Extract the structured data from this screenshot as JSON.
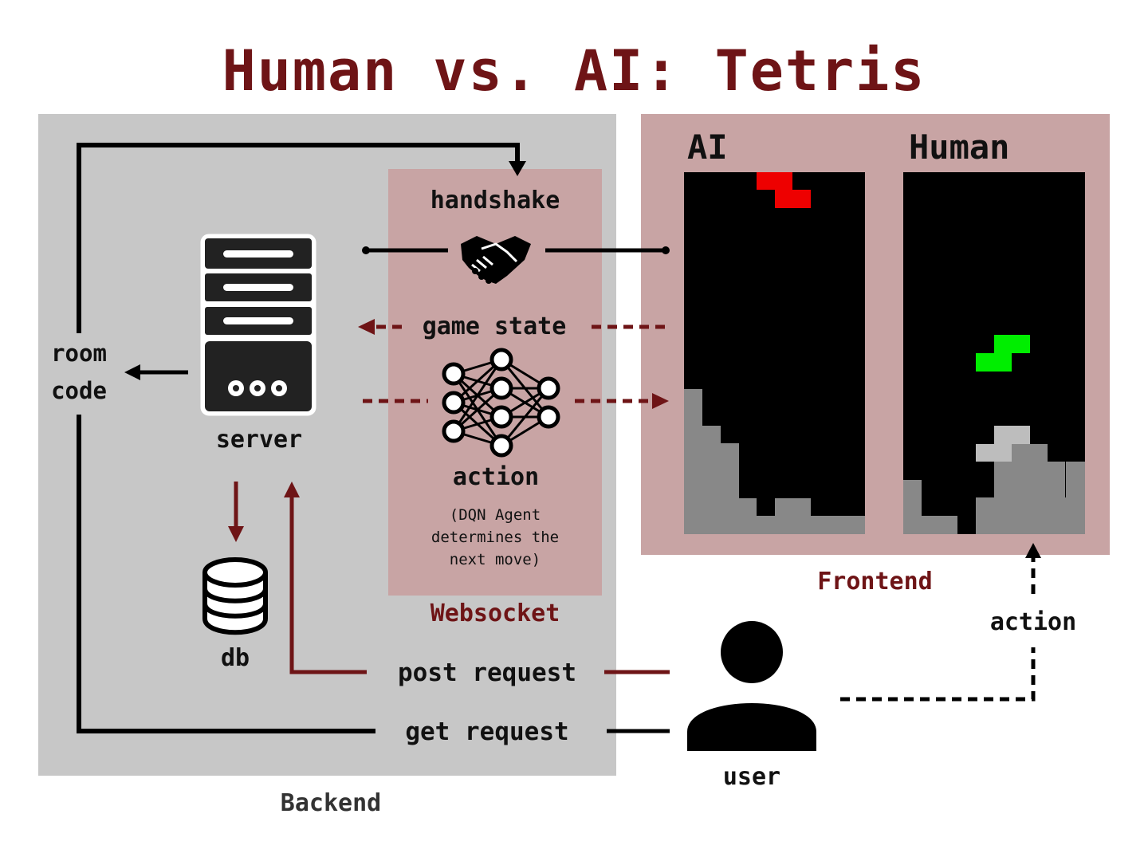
{
  "title": "Human vs. AI: Tetris",
  "colors": {
    "title": "#6e1416",
    "backend_bg": "#c7c7c7",
    "websocket_bg": "#c8a4a4",
    "frontend_bg": "#c8a4a4",
    "dark_red": "#6e1416",
    "ai_piece": "#ee0000",
    "human_piece": "#00ee00",
    "stack_gray": "#888888",
    "stack_light": "#bdbdbd"
  },
  "backend": {
    "label": "Backend",
    "room_code": [
      "room",
      "code"
    ],
    "server_label": "server",
    "db_label": "db",
    "post_request": "post request",
    "get_request": "get request"
  },
  "websocket": {
    "label": "Websocket",
    "handshake": "handshake",
    "game_state": "game state",
    "action": "action",
    "dqn_note": [
      "(DQN Agent",
      "determines the",
      "next move)"
    ]
  },
  "frontend": {
    "label": "Frontend",
    "ai_title": "AI",
    "human_title": "Human"
  },
  "user": {
    "label": "user",
    "action": "action"
  },
  "icons": [
    "server-icon",
    "database-icon",
    "handshake-icon",
    "neural-network-icon",
    "user-icon"
  ]
}
